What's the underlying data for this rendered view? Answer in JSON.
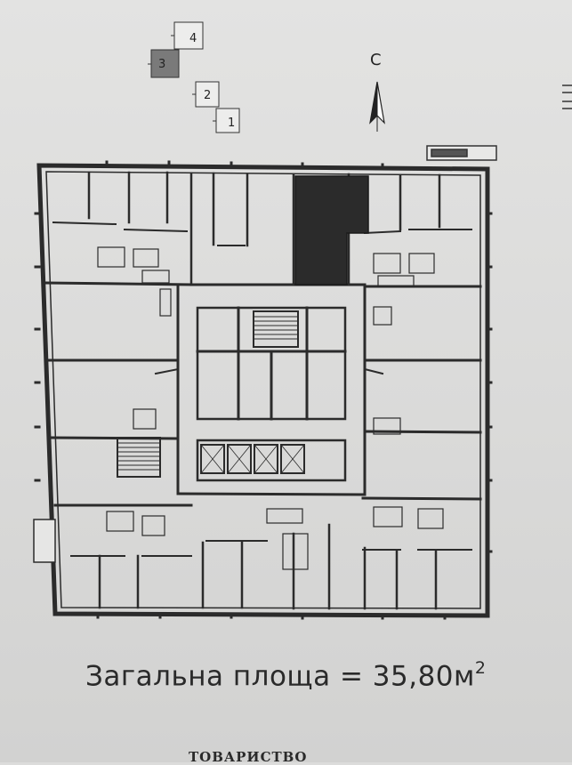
{
  "key_plan": {
    "sections": [
      "4",
      "3",
      "2",
      "1"
    ],
    "highlighted_section": "3"
  },
  "north_label": "С",
  "plan": {
    "highlighted_unit_color": "#2b2b2b"
  },
  "area": {
    "prefix": "Загальна площа  = 35,80м",
    "superscript": "2"
  },
  "footer_text": "ТОВАРИСТВО"
}
